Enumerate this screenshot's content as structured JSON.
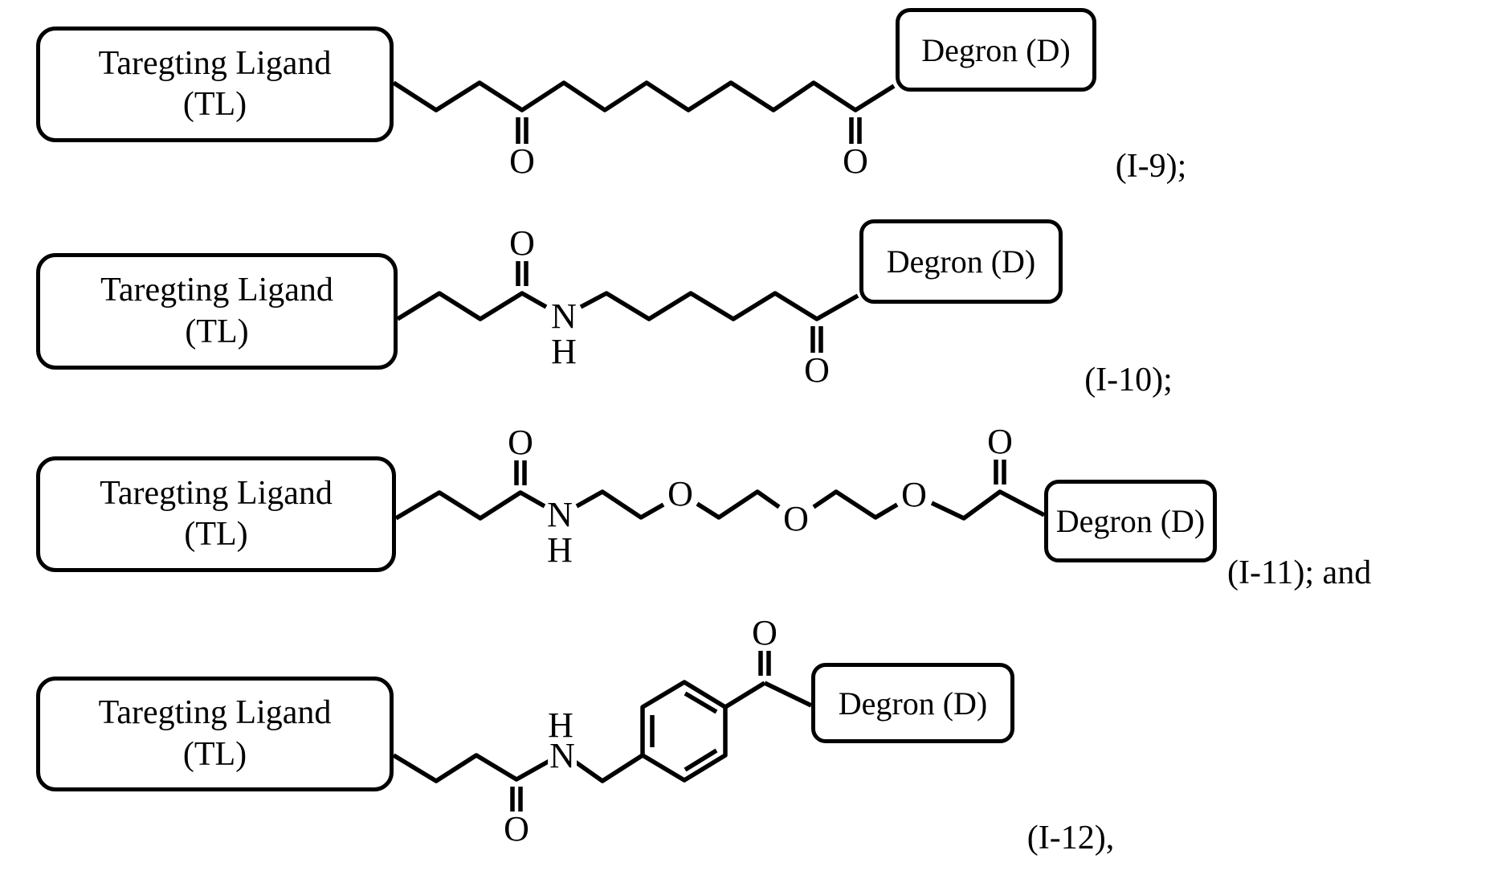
{
  "figure": {
    "background_color": "#ffffff",
    "ink_color": "#000000",
    "description": "Four TL-linker-Degron conjugate structures from a patent figure"
  },
  "glyphs": {
    "oxygen": "O",
    "nitrogen": "N",
    "hydrogen": "H"
  },
  "structures": [
    {
      "id": "I-9",
      "tl_line1": "Taregting Ligand",
      "tl_line2": "(TL)",
      "degron": "Degron (D)",
      "formula_label": "(I-9);",
      "linker_depicted": "TL-CH2-CH2-C(=O)-(CH2)7-C(=O)-D (diketone alkyl chain)"
    },
    {
      "id": "I-10",
      "tl_line1": "Taregting Ligand",
      "tl_line2": "(TL)",
      "degron": "Degron (D)",
      "formula_label": "(I-10);",
      "linker_depicted": "TL-CH2-CH2-C(=O)-NH-(CH2)5-C(=O)-D (amide plus ketone)"
    },
    {
      "id": "I-11",
      "tl_line1": "Taregting Ligand",
      "tl_line2": "(TL)",
      "degron": "Degron (D)",
      "formula_label": "(I-11); and",
      "linker_depicted": "TL-CH2-CH2-C(=O)-NH-CH2-CH2-O-CH2-CH2-O-CH2-CH2-O-CH2-C(=O)-D (triethylene glycol amide)"
    },
    {
      "id": "I-12",
      "tl_line1": "Taregting Ligand",
      "tl_line2": "(TL)",
      "degron": "Degron (D)",
      "formula_label": "(I-12),",
      "linker_depicted": "TL-CH2-CH2-C(=O)-NH-CH2-(para-phenylene)-C(=O)-D (benzamide linker)"
    }
  ]
}
